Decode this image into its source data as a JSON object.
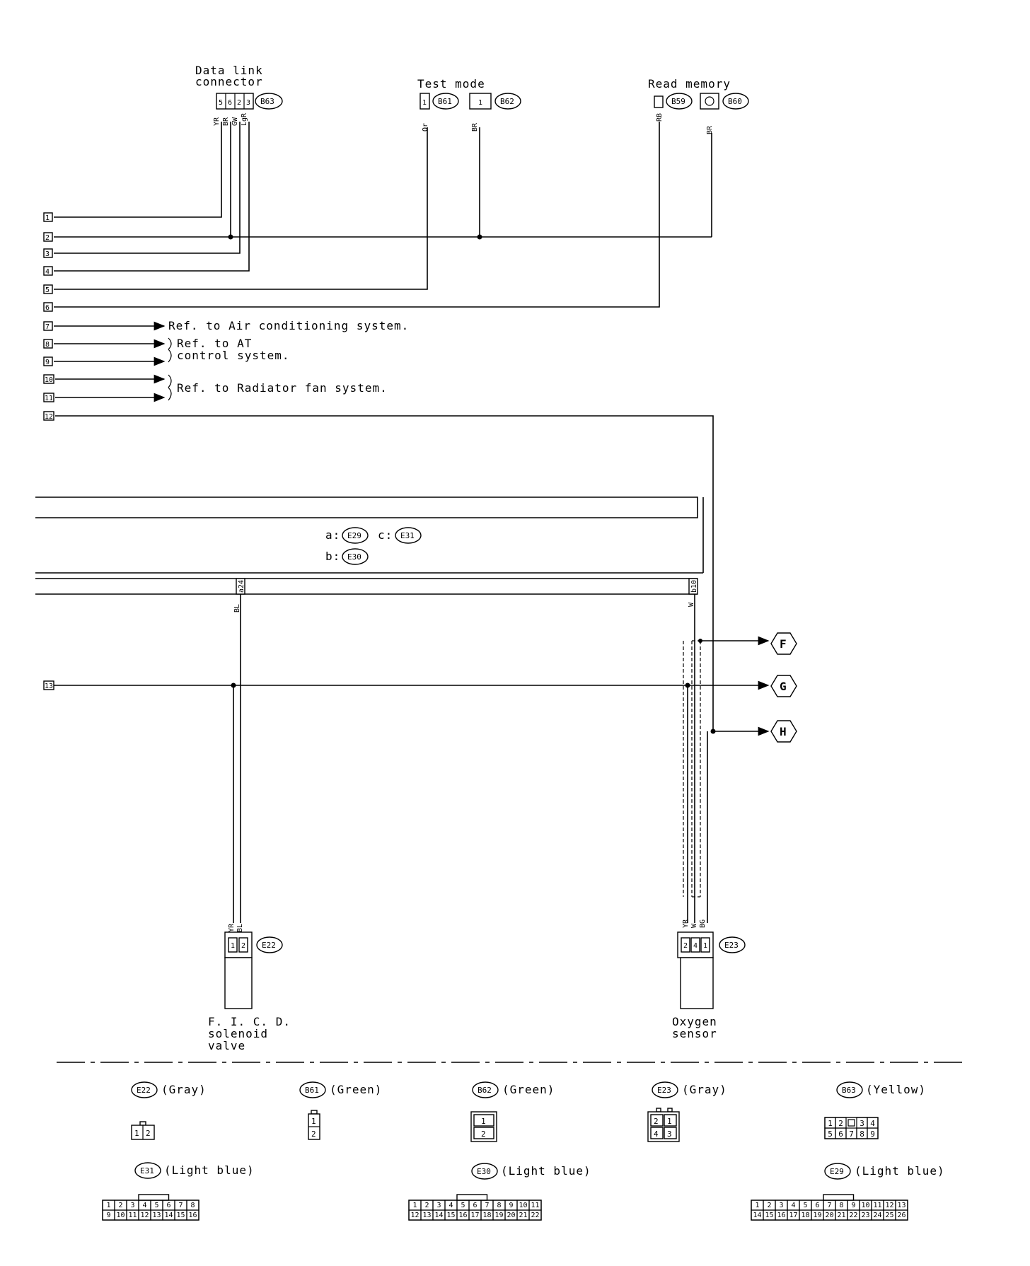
{
  "top_connectors": {
    "data_link_title_1": "Data link",
    "data_link_title_2": "connector",
    "data_link_id": "B63",
    "data_link_pins": [
      "5",
      "6",
      "2",
      "3"
    ],
    "data_link_wires": [
      "YR",
      "BR",
      "GW",
      "LgR"
    ],
    "test_mode_title": "Test mode",
    "b61_id": "B61",
    "b62_id": "B62",
    "b61_pin": "1",
    "b62_pin": "1",
    "b61_wire": "Or",
    "b62_wire": "BR",
    "read_memory_title": "Read memory",
    "b59_id": "B59",
    "b60_id": "B60",
    "b59_wire": "RB",
    "b60_wire": "BR"
  },
  "left_terminals": [
    "1",
    "2",
    "3",
    "4",
    "5",
    "6",
    "7",
    "8",
    "9",
    "10",
    "11",
    "12",
    "13"
  ],
  "references": {
    "air_con": "Ref. to Air conditioning system.",
    "at_1": "Ref. to AT",
    "at_2": "control system.",
    "radiator": "Ref. to Radiator fan system."
  },
  "ecm": {
    "a_label": "a:",
    "a_id": "E29",
    "c_label": "c:",
    "c_id": "E31",
    "b_label": "b:",
    "b_id": "E30",
    "pin_left": "a24",
    "pin_right": "b10",
    "wire_left": "BL",
    "wire_right": "W"
  },
  "outputs": [
    "F",
    "G",
    "H"
  ],
  "components": {
    "ficd_id": "E22",
    "ficd_name_1": "F. I. C. D.",
    "ficd_name_2": "solenoid",
    "ficd_name_3": "valve",
    "ficd_wires": [
      "YR",
      "BL"
    ],
    "ficd_pins": [
      "1",
      "2"
    ],
    "oxygen_id": "E23",
    "oxygen_name_1": "Oxygen",
    "oxygen_name_2": "sensor",
    "oxygen_wires": [
      "YR",
      "W",
      "BG"
    ],
    "oxygen_pins": [
      "2",
      "4",
      "1"
    ]
  },
  "legend": {
    "e22": {
      "id": "E22",
      "color": "(Gray)",
      "pins": [
        "1",
        "2"
      ]
    },
    "b61": {
      "id": "B61",
      "color": "(Green)",
      "pins": [
        "1",
        "2"
      ]
    },
    "b62": {
      "id": "B62",
      "color": "(Green)",
      "pins": [
        "1",
        "2"
      ]
    },
    "e23": {
      "id": "E23",
      "color": "(Gray)",
      "pins": [
        "2",
        "1",
        "4",
        "3"
      ]
    },
    "b63": {
      "id": "B63",
      "color": "(Yellow)",
      "pins": [
        "1",
        "2",
        "3",
        "4",
        "5",
        "6",
        "7",
        "8",
        "9"
      ]
    },
    "e31": {
      "id": "E31",
      "color": "(Light blue)",
      "top": [
        "1",
        "2",
        "3",
        "4",
        "5",
        "6",
        "7",
        "8"
      ],
      "bottom": [
        "9",
        "10",
        "11",
        "12",
        "13",
        "14",
        "15",
        "16"
      ]
    },
    "e30": {
      "id": "E30",
      "color": "(Light blue)",
      "top": [
        "1",
        "2",
        "3",
        "4",
        "5",
        "6",
        "7",
        "8",
        "9",
        "10",
        "11"
      ],
      "bottom": [
        "12",
        "13",
        "14",
        "15",
        "16",
        "17",
        "18",
        "19",
        "20",
        "21",
        "22"
      ]
    },
    "e29": {
      "id": "E29",
      "color": "(Light blue)",
      "top": [
        "1",
        "2",
        "3",
        "4",
        "5",
        "6",
        "7",
        "8",
        "9",
        "10",
        "11",
        "12",
        "13"
      ],
      "bottom": [
        "14",
        "15",
        "16",
        "17",
        "18",
        "19",
        "20",
        "21",
        "22",
        "23",
        "24",
        "25",
        "26"
      ]
    }
  }
}
